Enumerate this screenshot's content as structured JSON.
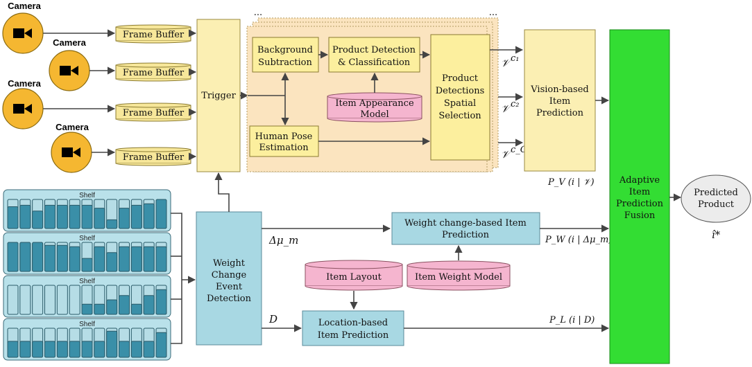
{
  "cameras": [
    {
      "label": "Camera",
      "buffer": "Frame Buffer"
    },
    {
      "label": "Camera",
      "buffer": "Frame Buffer"
    },
    {
      "label": "Camera",
      "buffer": "Frame Buffer"
    },
    {
      "label": "Camera",
      "buffer": "Frame Buffer"
    }
  ],
  "trigger": "Trigger",
  "ellipsis": "...",
  "vision": {
    "bg_sub": [
      "Background",
      "Subtraction"
    ],
    "prod_det": [
      "Product Detection",
      "& Classification"
    ],
    "appearance": [
      "Item Appearance",
      "Model"
    ],
    "pose": [
      "Human Pose",
      "Estimation"
    ],
    "spatial": [
      "Product",
      "Detections",
      "Spatial",
      "Selection"
    ],
    "v_base": "𝒱",
    "v_sups": [
      "c₁",
      "c₂",
      "c_C"
    ],
    "prediction": [
      "Vision-based",
      "Item",
      "Prediction"
    ],
    "output_label": "P_V (i | 𝒱)"
  },
  "shelves": [
    {
      "label": "Shelf",
      "fills": [
        0.75,
        0.8,
        0.6,
        0.8,
        0.8,
        0.8,
        0.8,
        0.7,
        0.3,
        0.7,
        0.8,
        0.85,
        1.0
      ]
    },
    {
      "label": "Shelf",
      "fills": [
        1.0,
        1.0,
        1.0,
        0.9,
        0.9,
        0.85,
        0.45,
        0.85,
        0.65,
        0.85,
        0.85,
        0.85,
        0.85
      ]
    },
    {
      "label": "Shelf",
      "fills": [
        0.0,
        0.0,
        0.0,
        0.0,
        0.0,
        0.0,
        0.35,
        0.35,
        0.5,
        0.65,
        0.35,
        0.65,
        0.85
      ]
    },
    {
      "label": "Shelf",
      "fills": [
        0.55,
        0.55,
        0.55,
        0.55,
        0.55,
        0.55,
        0.55,
        0.55,
        0.9,
        0.55,
        0.55,
        0.55,
        0.85
      ]
    }
  ],
  "weight_event": [
    "Weight",
    "Change",
    "Event",
    "Detection"
  ],
  "delta_mu": "Δμ_m",
  "d_label": "D",
  "weight_pred": [
    "Weight change-based Item",
    "Prediction"
  ],
  "weight_out": "P_W (i | Δμ_m)",
  "item_weight_model": "Item Weight Model",
  "item_layout": "Item Layout",
  "location_pred": [
    "Location-based",
    "Item Prediction"
  ],
  "location_out": "P_L (i | D)",
  "fusion": [
    "Adaptive",
    "Item",
    "Prediction",
    "Fusion"
  ],
  "predicted": [
    "Predicted",
    "Product"
  ],
  "predicted_symbol": "î*",
  "colors": {
    "camera": "#f5b731",
    "buffer": "#f7e79a",
    "trigger": "#fbefb3",
    "vision_panel": "#fbe4bf",
    "step": "#fcef9e",
    "model": "#f5b5cf",
    "blue": "#a8d8e3",
    "shelf_bg": "#b9e1ea",
    "shelf_fill": "#3a8fa8",
    "shelf_empty": "#b6dde6",
    "fusion": "#33dd33",
    "predicted": "#ececec"
  }
}
